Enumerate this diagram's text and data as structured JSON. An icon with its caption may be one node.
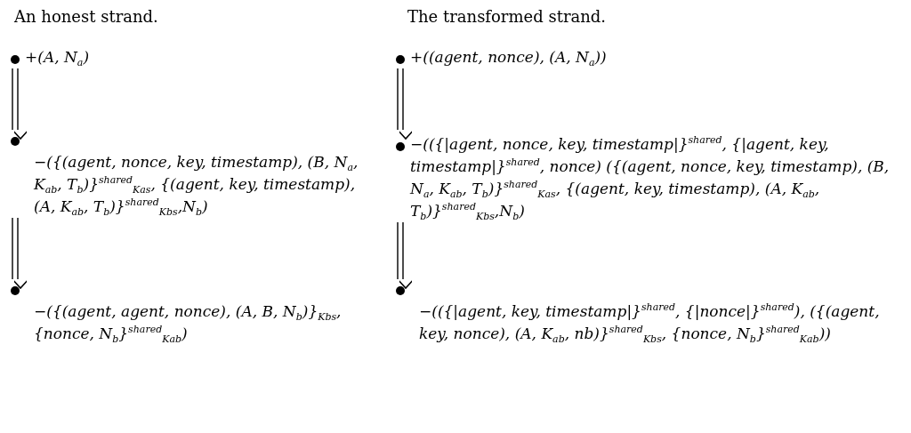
{
  "diagram": {
    "nodes": [
      {
        "text": [
          "+(A, N$_{a}$)"
        ]
      },
      {
        "text": [
          "−({(agent, nonce, key, timestamp), (B, N$_{a}$, K$_{ab}$, T$_{b}$)}$^{shared}$$_{Kas}$, {(agent, key, timestamp), (A, K$_{ab}$, T$_{b}$)}$^{shared}$$_{Kbs}$,N$_{b}$)"
        ]
      },
      {
        "text": [
          "−({(agent, agent, nonce), (A, B, N$_{b}$)}$_{Kbs}$, {nonce, N$_{b}$}$^{shared}$$_{Kab}$)"
        ]
      },
      {
        "text": [
          "+((agent, nonce), (A, N$_{a}$))"
        ]
      },
      {
        "text": [
          "−(({|agent, nonce, key, timestamp|}$^{shared}$, {|agent, key, timestamp|}$^{shared}$, nonce) ({(agent, nonce, key, timestamp), (B, N$_{a}$, K$_{ab}$, T$_{b}$)}$^{shared}$$_{Kas}$, {(agent, key, timestamp), (A, K$_{ab}$, T$_{b}$)}$^{shared}$$_{Kbs}$,N$_{b}$)"
        ]
      },
      {
        "text": [
          "−(({|agent, key, timestamp|}$^{shared}$, {|nonce|}$^{shared}$), ({(agent, key, nonce), (A, K$_{ab}$, nb)}$^{shared}$$_{Kbs}$, {nonce, N$_{b}$}$^{shared}$$_{Kab}$))"
        ]
      }
    ],
    "edges": [
      {
        "from": 0,
        "to": 1,
        "arrow": "to"
      },
      {
        "from": 1,
        "to": 2,
        "arrow": "to"
      },
      {
        "from": 3,
        "to": 4,
        "arrow": "to"
      },
      {
        "from": 4,
        "to": 5,
        "arrow": "to"
      }
    ],
    "labels": [
      "An honest strand.",
      "The transformed strand."
    ]
  }
}
